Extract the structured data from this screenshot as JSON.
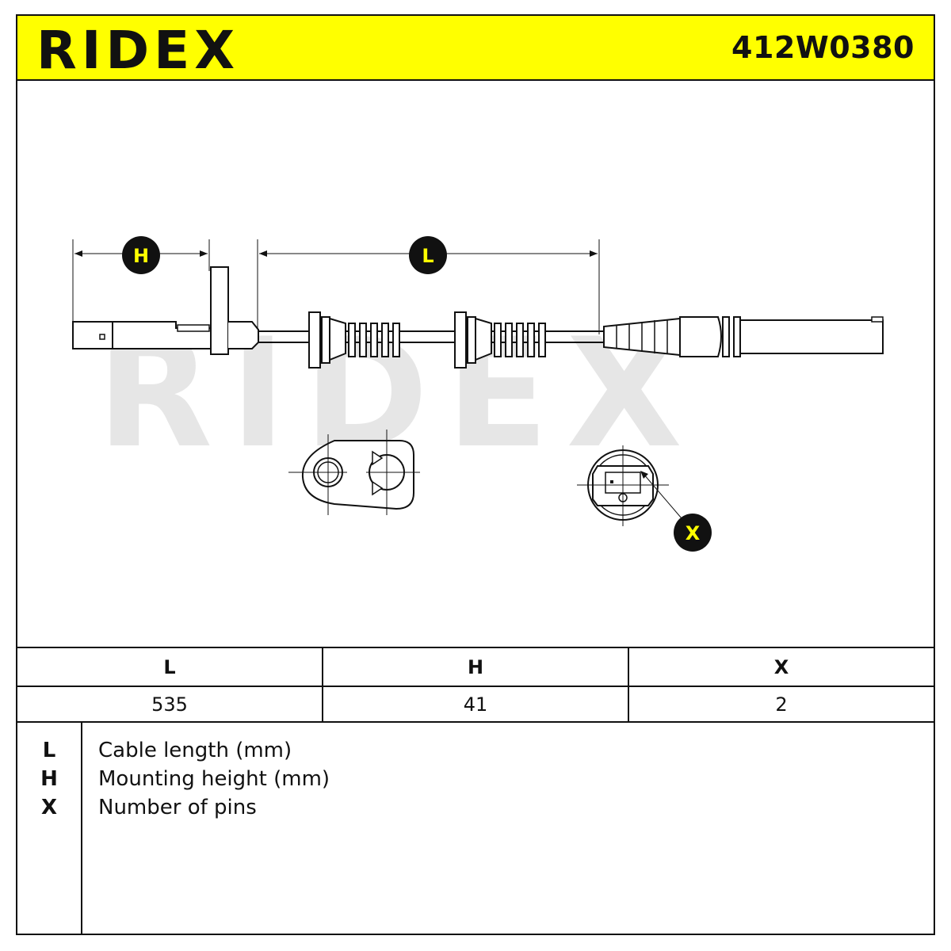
{
  "header": {
    "brand": "RIDEX",
    "part_number": "412W0380",
    "background_color": "#ffff00"
  },
  "drawing": {
    "watermark": "RIDEX",
    "callouts": {
      "h": "H",
      "l": "L",
      "x": "X"
    },
    "callout_fill": "#111111",
    "callout_text_color": "#ffff00"
  },
  "spec_table": {
    "headers": [
      "L",
      "H",
      "X"
    ],
    "values": [
      "535",
      "41",
      "2"
    ]
  },
  "legend": [
    {
      "key": "L",
      "text": "Cable length (mm)"
    },
    {
      "key": "H",
      "text": "Mounting height (mm)"
    },
    {
      "key": "X",
      "text": "Number of pins"
    }
  ]
}
